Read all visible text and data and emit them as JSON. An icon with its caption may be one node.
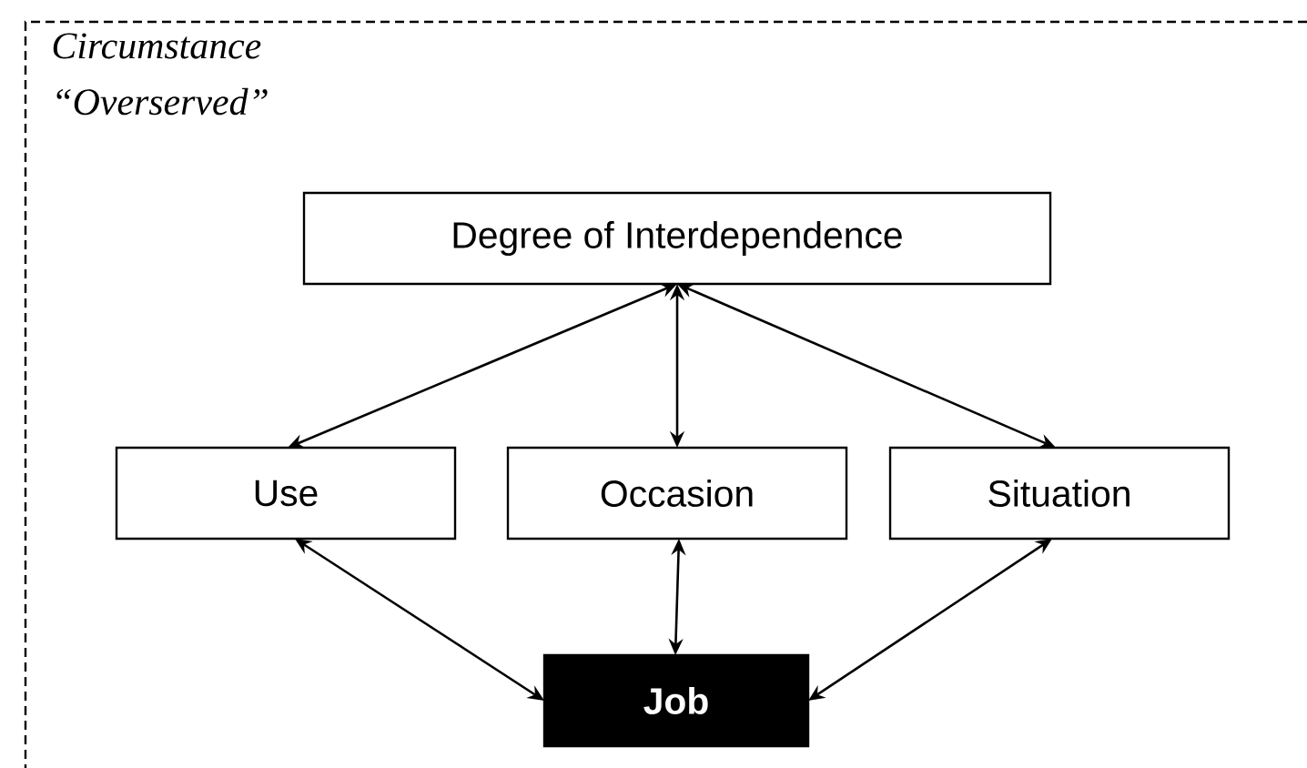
{
  "diagram": {
    "nodes": [
      {
        "text": [
          "Circumstance “Overserved”"
        ]
      },
      {
        "text": [
          "Degree of Interdependence"
        ],
        "in": 0
      },
      {
        "text": [
          "Use"
        ],
        "in": 0
      },
      {
        "text": [
          "Occasion"
        ],
        "in": 0
      },
      {
        "text": [
          "Situation"
        ],
        "in": 0
      },
      {
        "text": [
          "Job"
        ],
        "in": 0
      }
    ],
    "edges": [
      {
        "from": 1,
        "to": 2,
        "arrow": "both"
      },
      {
        "from": 1,
        "to": 3,
        "arrow": "both"
      },
      {
        "from": 1,
        "to": 4,
        "arrow": "both"
      },
      {
        "from": 2,
        "to": 5,
        "arrow": "both"
      },
      {
        "from": 3,
        "to": 5,
        "arrow": "both"
      },
      {
        "from": 4,
        "to": 5,
        "arrow": "both"
      }
    ]
  }
}
